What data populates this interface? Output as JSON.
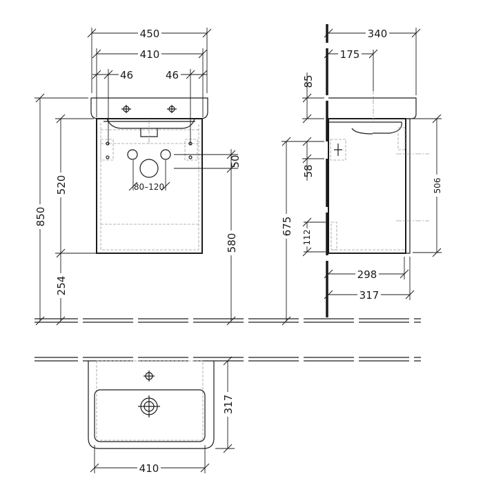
{
  "front_view": {
    "overall_width": "450",
    "basin_width": "410",
    "tap_offset_left": "46",
    "tap_offset_right": "46",
    "total_height": "850",
    "cabinet_height": "520",
    "floor_clearance": "254",
    "pipe_offset": "50",
    "waste_height": "580",
    "waste_range": "80–120"
  },
  "side_view": {
    "basin_depth": "340",
    "tap_depth": "175",
    "basin_thickness": "85",
    "bracket_spacing": "58",
    "bracket_height": "675",
    "bottom_offset": "112",
    "cabinet_height": "506",
    "cabinet_depth": "298",
    "cabinet_depth_with_door": "317"
  },
  "top_view": {
    "depth": "317",
    "width": "410"
  }
}
